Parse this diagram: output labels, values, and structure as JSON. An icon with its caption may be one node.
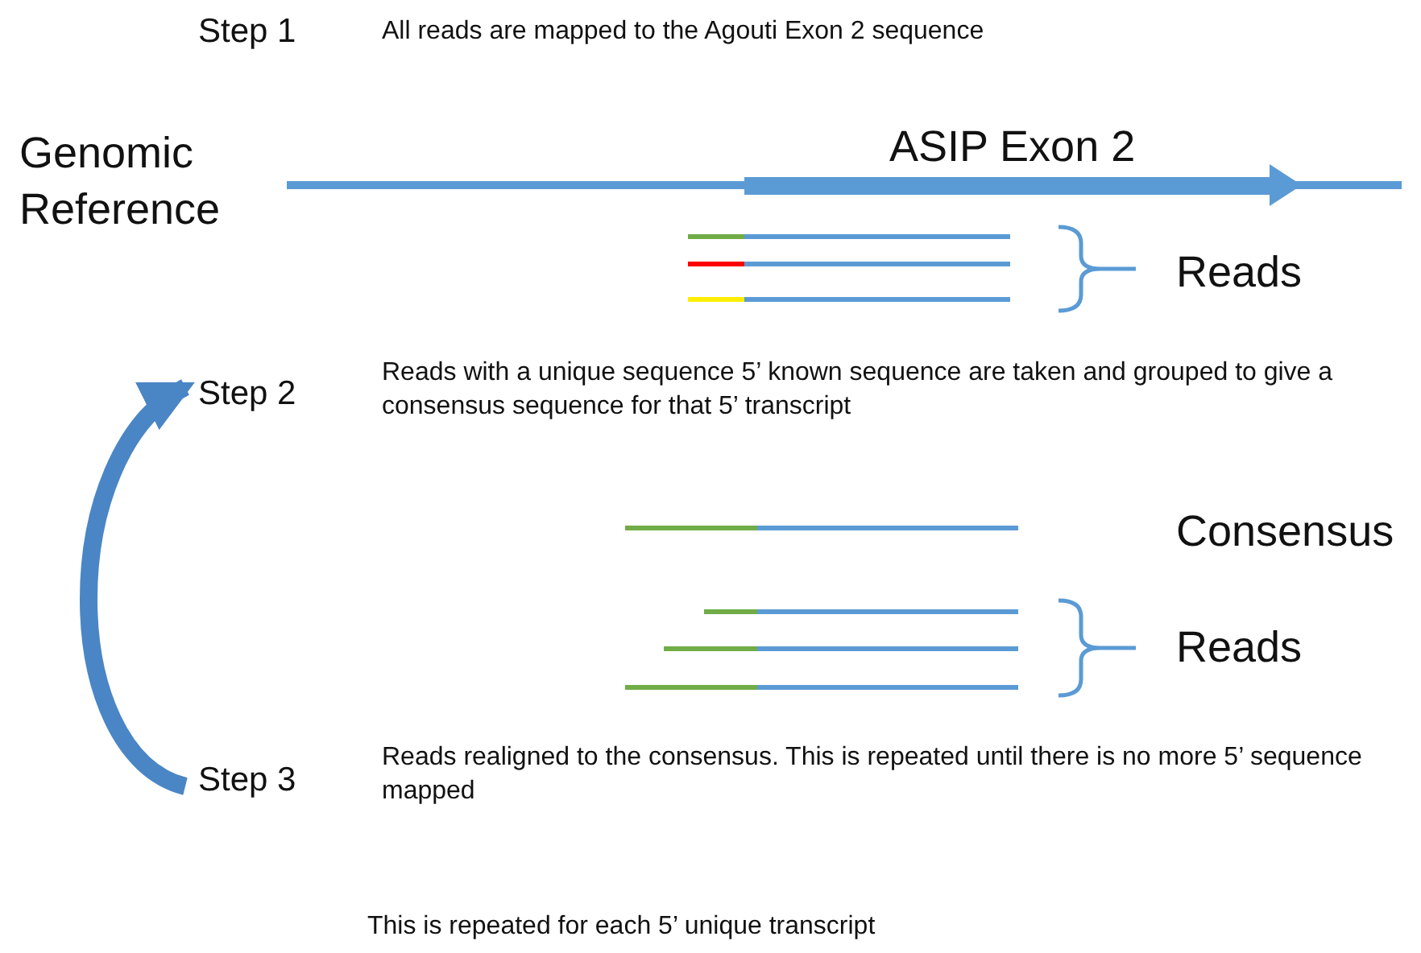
{
  "diagram": {
    "nodes": [
      {
        "text": [
          "Step 2"
        ]
      },
      {
        "text": [
          "Step 3"
        ]
      }
    ],
    "edges": [
      {
        "from": 1,
        "to": 0,
        "arrow": "to"
      }
    ],
    "labels": [
      "Step 1",
      "All reads are mapped to the Agouti Exon 2 sequence",
      "Genomic Reference",
      "ASIP Exon 2",
      "Reads",
      "Reads with a unique sequence 5’ known sequence are taken and grouped to give a consensus sequence for that 5’ transcript",
      "Consensus",
      "Reads",
      "Reads realigned to the consensus. This is repeated until there is no more 5’ sequence mapped",
      "This is repeated for each 5’ unique transcript"
    ]
  }
}
